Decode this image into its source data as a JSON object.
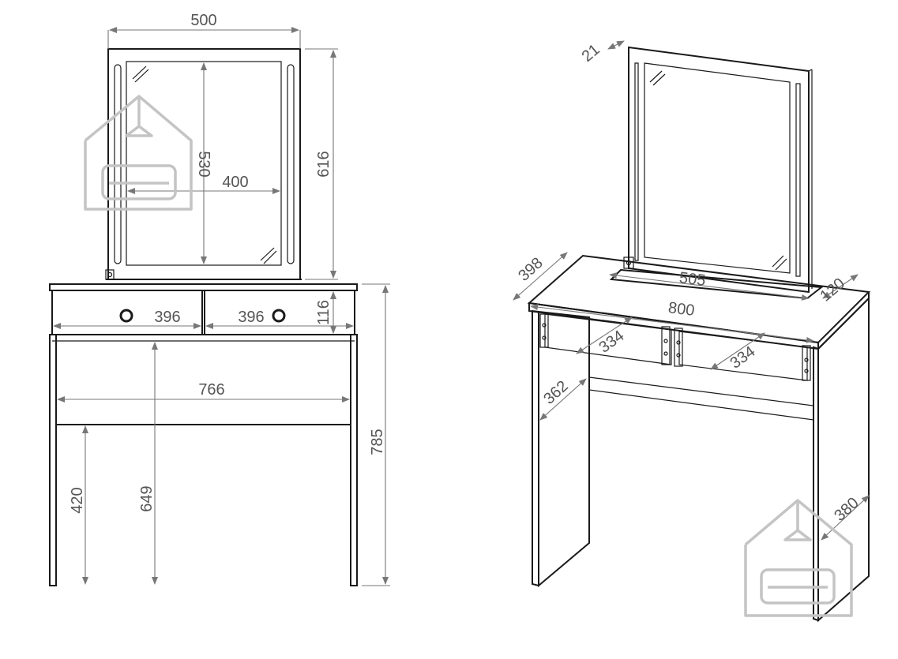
{
  "front_view": {
    "mirror_width": "500",
    "mirror_height": "616",
    "glass_height": "530",
    "glass_width": "400",
    "drawer_left_width": "396",
    "drawer_right_width": "396",
    "drawer_height": "116",
    "inner_width": "766",
    "table_height": "785",
    "knee_height": "649",
    "shelf_height": "420"
  },
  "iso_view": {
    "mirror_depth": "21",
    "top_depth": "398",
    "mirror_base_width": "505",
    "mirror_base_depth": "120",
    "top_width": "800",
    "drawer_left_width": "334",
    "drawer_right_width": "334",
    "drawer_depth": "362",
    "leg_depth": "380"
  },
  "colors": {
    "line": "#1a1a1a",
    "dimension": "#777777",
    "watermark": "#c4c4c4"
  }
}
